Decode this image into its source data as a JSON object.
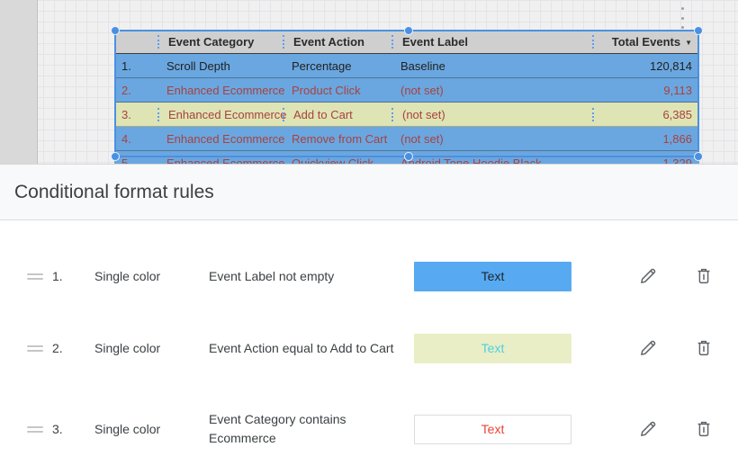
{
  "canvas": {
    "more_options_icon": "kebab-menu",
    "table": {
      "header": {
        "num": "",
        "category": "Event Category",
        "action": "Event Action",
        "label": "Event Label",
        "total": "Total Events",
        "sort_indicator": "▼"
      },
      "rows": [
        {
          "num": "1.",
          "category": "Scroll Depth",
          "action": "Percentage",
          "label": "Baseline",
          "total": "120,814"
        },
        {
          "num": "2.",
          "category": "Enhanced Ecommerce",
          "action": "Product Click",
          "label": "(not set)",
          "total": "9,113"
        },
        {
          "num": "3.",
          "category": "Enhanced Ecommerce",
          "action": "Add to Cart",
          "label": "(not set)",
          "total": "6,385"
        },
        {
          "num": "4.",
          "category": "Enhanced Ecommerce",
          "action": "Remove from Cart",
          "label": "(not set)",
          "total": "1,866"
        },
        {
          "num": "5.",
          "category": "Enhanced Ecommerce",
          "action": "Quickview Click",
          "label": "Android Tone Hoodie Black",
          "total": "1,329"
        }
      ]
    }
  },
  "panel": {
    "title": "Conditional format rules",
    "rules": [
      {
        "index": "1.",
        "type": "Single color",
        "condition": "Event Label not empty",
        "swatch_label": "Text",
        "swatch_bg": "#57aaf2",
        "swatch_text_color": "#20262c"
      },
      {
        "index": "2.",
        "type": "Single color",
        "condition": "Event Action equal to Add to Cart",
        "swatch_label": "Text",
        "swatch_bg": "#e9eec6",
        "swatch_text_color": "#4dd0e1"
      },
      {
        "index": "3.",
        "type": "Single color",
        "condition": "Event Category contains Ecommerce",
        "swatch_label": "Text",
        "swatch_bg": "#ffffff",
        "swatch_text_color": "#ea4335"
      }
    ]
  },
  "colors": {
    "row_blue": "#6aa7e0",
    "row_khaki": "#dfe4b4",
    "row_red_text": "#a8423f",
    "header_bg": "#cfcfcf",
    "selection_accent": "#4a90e2",
    "icon_gray": "#5f6368"
  }
}
